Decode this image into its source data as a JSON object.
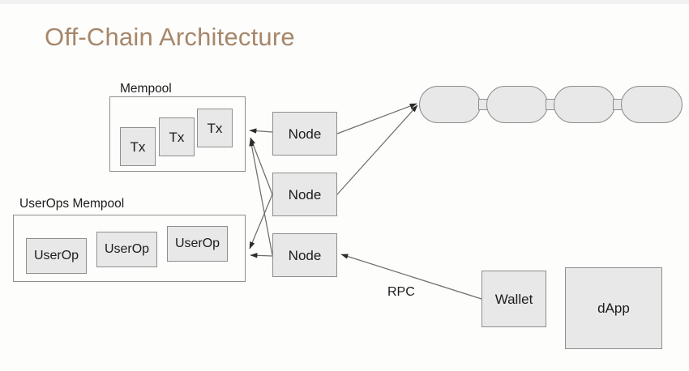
{
  "slide": {
    "title": "Off-Chain Architecture",
    "title_color": "#a6876a",
    "background_color": "#fdfdfc"
  },
  "diagram": {
    "node_fill": "#e7e8e7",
    "node_stroke": "#8d8f8d",
    "wire_color": "#6e6e6e",
    "groups": [
      {
        "id": "mempool",
        "label": "Mempool",
        "items": [
          {
            "label": "Tx"
          },
          {
            "label": "Tx"
          },
          {
            "label": "Tx"
          }
        ]
      },
      {
        "id": "userops-mempool",
        "label": "UserOps Mempool",
        "items": [
          {
            "label": "UserOp"
          },
          {
            "label": "UserOp"
          },
          {
            "label": "UserOp"
          }
        ]
      }
    ],
    "nodes": [
      {
        "id": "node-1",
        "label": "Node"
      },
      {
        "id": "node-2",
        "label": "Node"
      },
      {
        "id": "node-3",
        "label": "Node"
      }
    ],
    "clients": [
      {
        "id": "wallet",
        "label": "Wallet"
      },
      {
        "id": "dapp",
        "label": "dApp"
      }
    ],
    "edge_labels": [
      {
        "id": "rpc",
        "label": "RPC"
      }
    ],
    "chain": {
      "blocks": [
        {
          "index": 1
        },
        {
          "index": 2
        },
        {
          "index": 3
        },
        {
          "index": 4
        }
      ]
    }
  }
}
